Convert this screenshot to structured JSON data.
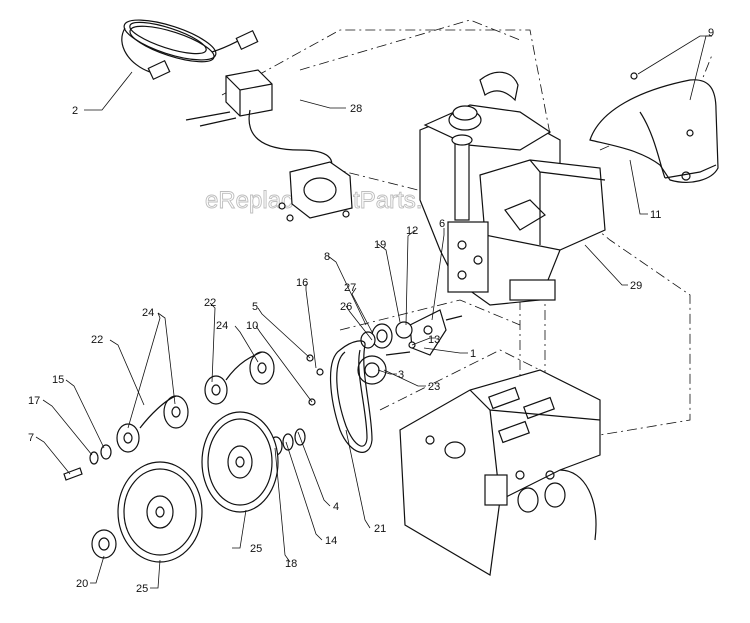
{
  "watermark": "eReplacementParts.com",
  "callouts": [
    "1",
    "2",
    "3",
    "4",
    "5",
    "6",
    "7",
    "8",
    "9",
    "10",
    "11",
    "12",
    "13",
    "14",
    "15",
    "16",
    "17",
    "18",
    "19",
    "20",
    "21",
    "22",
    "22",
    "23",
    "24",
    "24",
    "25",
    "25",
    "26",
    "27",
    "28",
    "29"
  ],
  "colors": {
    "ink": "#111111",
    "watermark": "#bdbdbd",
    "background": "#ffffff"
  }
}
